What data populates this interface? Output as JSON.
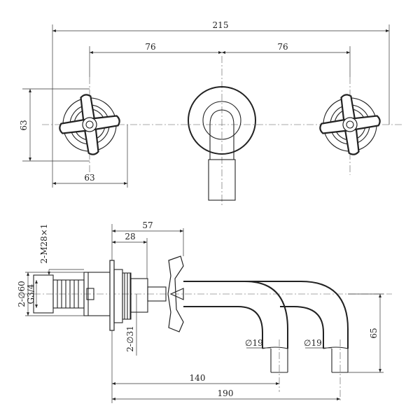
{
  "dims": {
    "overall_width": "215",
    "left_spacing": "76",
    "right_spacing": "76",
    "handle_height": "63",
    "handle_width": "63",
    "thread": "2-M28×1",
    "body_depth": "57",
    "flange_depth": "28",
    "body_dia": "2-∅60",
    "inlet_thread": "G3/4",
    "stem_dia": "2-∅31",
    "spout_dia_1": "∅19",
    "spout_dia_2": "∅19",
    "spout_drop": "65",
    "spout_reach_1": "140",
    "spout_reach_2": "190"
  }
}
